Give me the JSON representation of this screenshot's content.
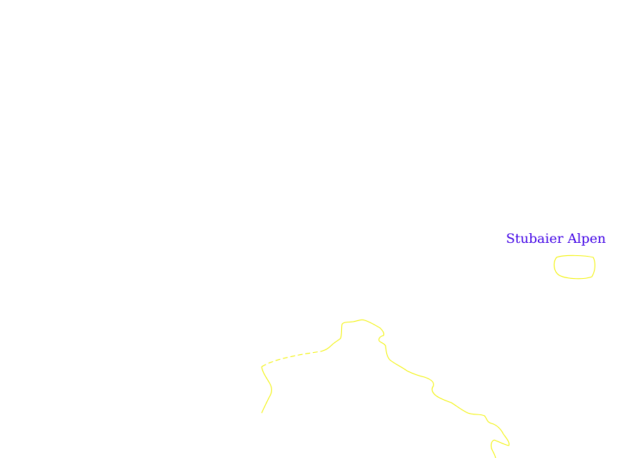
{
  "map": {
    "background_color": "#ffffff",
    "label_color": "#3f00e6",
    "line_color": "#f2f200",
    "labels": {
      "region": "Stubaier Alpen"
    },
    "features": [
      "boundary-line",
      "lake-outline"
    ]
  }
}
